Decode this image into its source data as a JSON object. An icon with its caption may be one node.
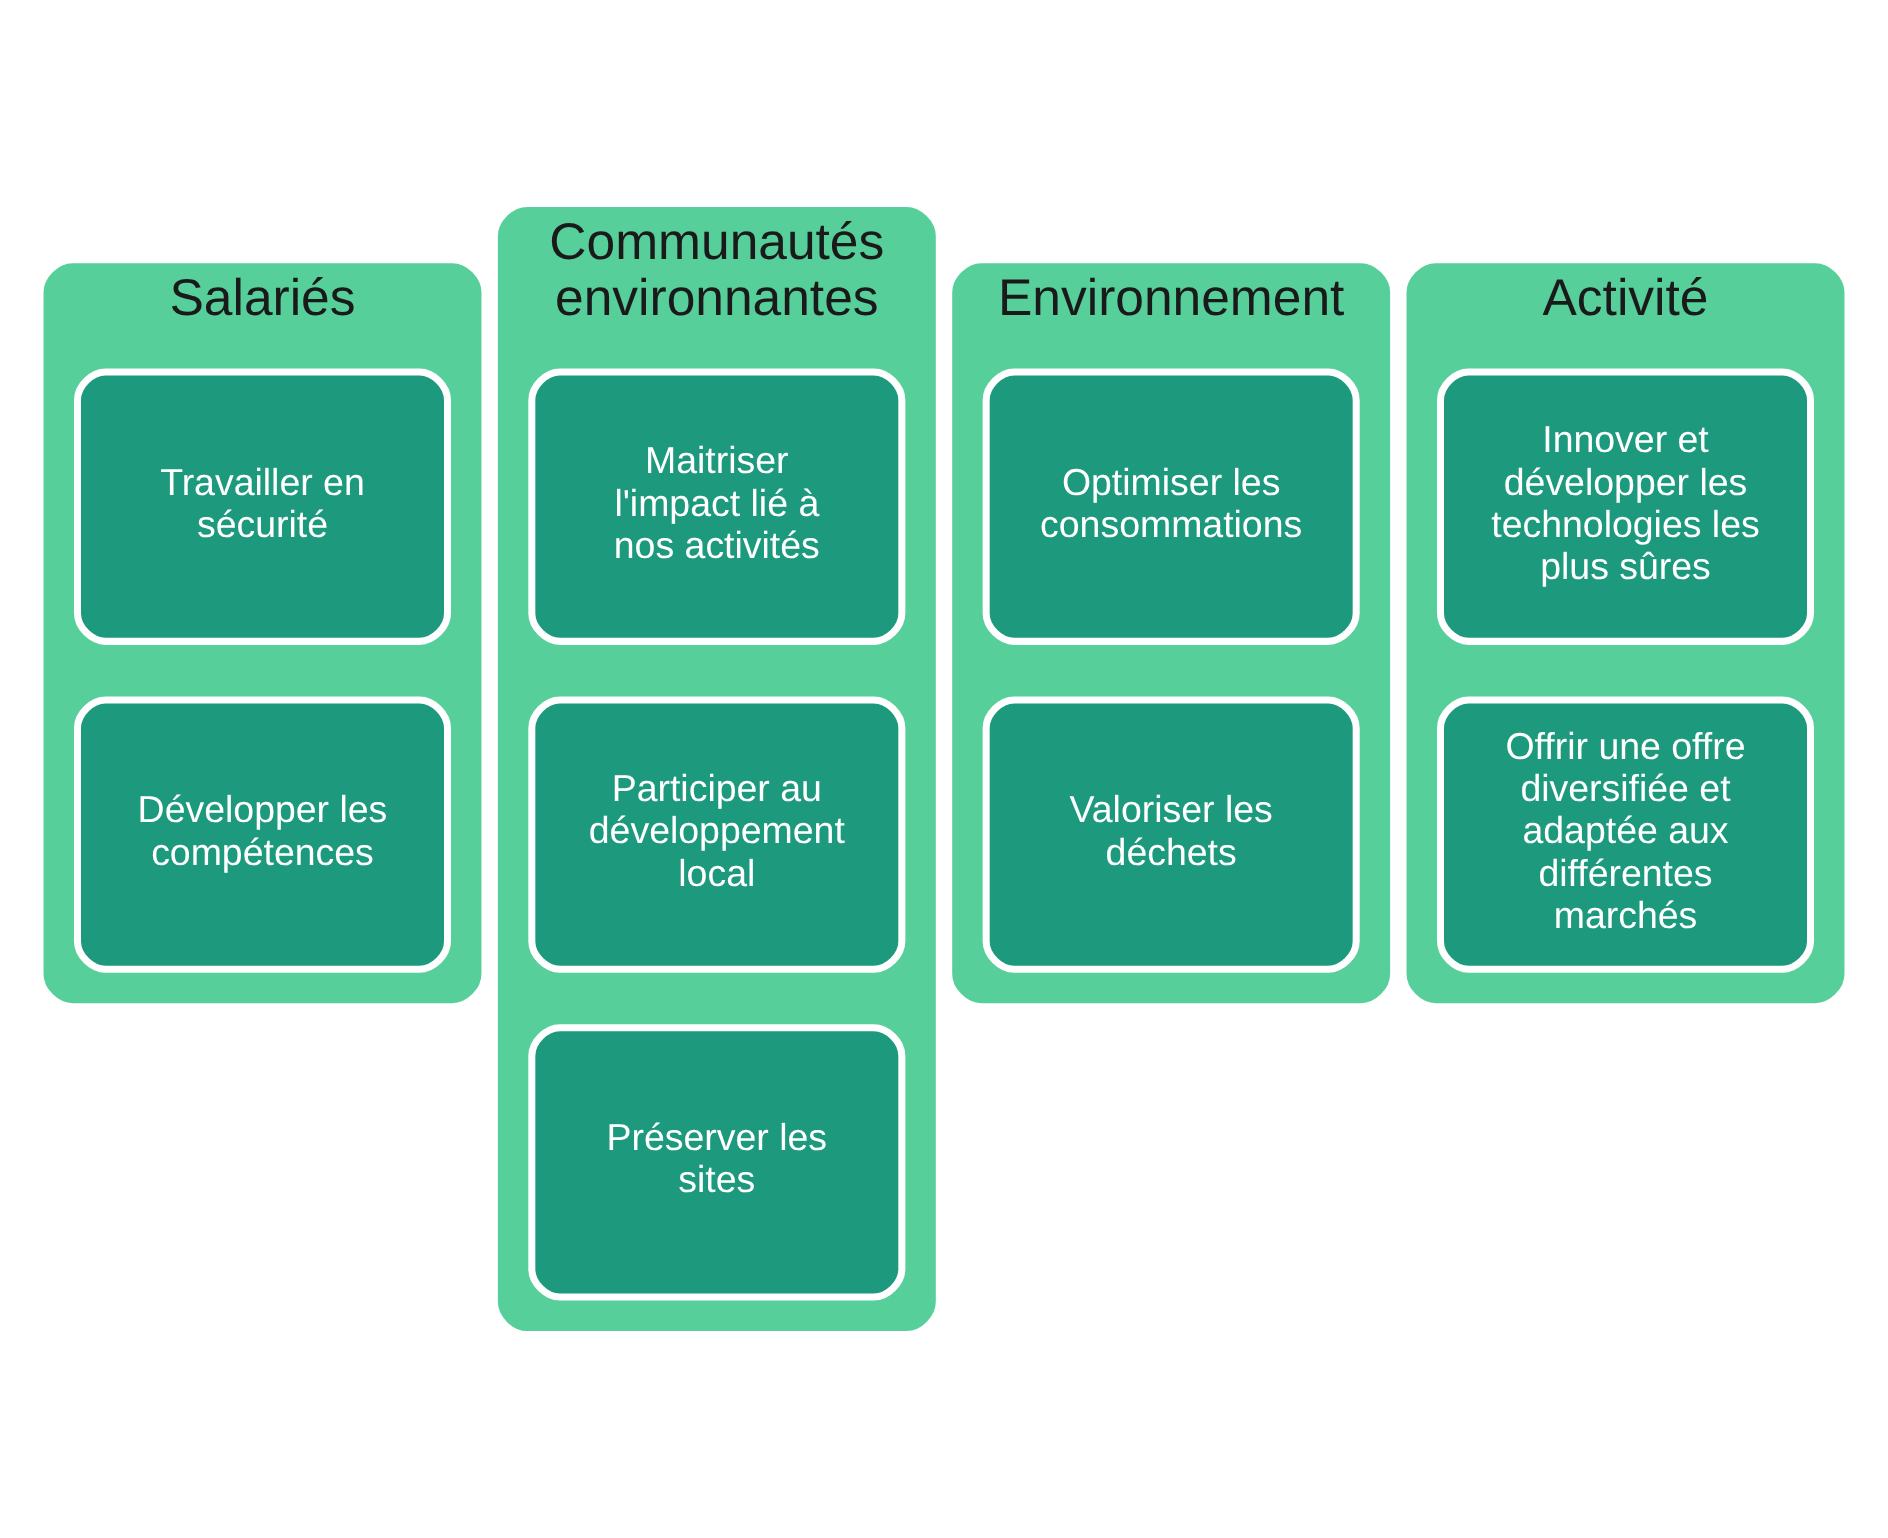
{
  "diagram": {
    "nodes": [
      {
        "text": [
          "Salariés"
        ]
      },
      {
        "text": [
          "Travailler en sécurité"
        ],
        "in": 0
      },
      {
        "text": [
          "Développer les compétences"
        ],
        "in": 0
      },
      {
        "text": [
          "Communautés environnantes"
        ]
      },
      {
        "text": [
          "Maitriser l'impact lié à nos activités"
        ],
        "in": 3
      },
      {
        "text": [
          "Participer au développement local"
        ],
        "in": 3
      },
      {
        "text": [
          "Préserver les sites"
        ],
        "in": 3
      },
      {
        "text": [
          "Environnement"
        ]
      },
      {
        "text": [
          "Optimiser les consommations"
        ],
        "in": 7
      },
      {
        "text": [
          "Valoriser les déchets"
        ],
        "in": 7
      },
      {
        "text": [
          "Activité"
        ]
      },
      {
        "text": [
          "Innover et développer les technologies les plus sûres"
        ],
        "in": 10
      },
      {
        "text": [
          "Offrir une offre diversifiée et adaptée aux différentes marchés"
        ],
        "in": 10
      }
    ],
    "edges": []
  }
}
